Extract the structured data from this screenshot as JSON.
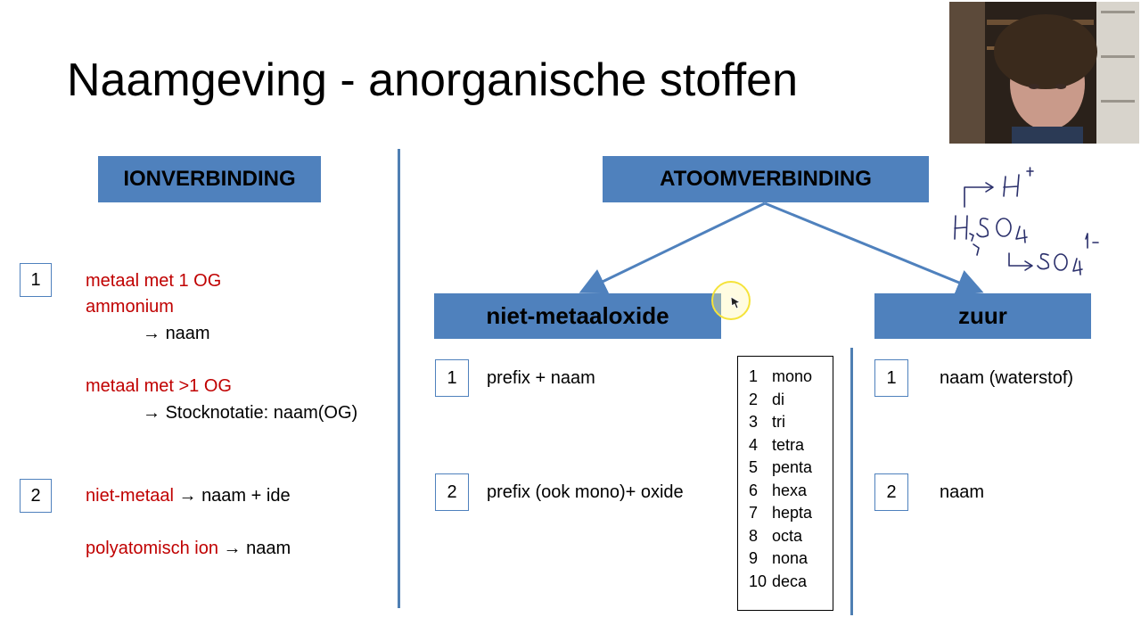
{
  "slide": {
    "title": "Naamgeving - anorganische stoffen"
  },
  "ion": {
    "header": "IONVERBINDING",
    "item1": {
      "number": "1",
      "line1": "metaal met 1 OG",
      "line2": "ammonium",
      "line3_arrow": "→",
      "line3_text": "naam",
      "line4": "metaal met >1 OG",
      "line5_arrow": "→",
      "line5_text": "Stocknotatie: naam(OG)"
    },
    "item2": {
      "number": "2",
      "line1_red": "niet-metaal",
      "line1_arrow": "→",
      "line1_text": "naam + ide",
      "line2_red": "polyatomisch ion",
      "line2_arrow": "→",
      "line2_text": "naam"
    }
  },
  "atoom": {
    "header": "ATOOMVERBINDING",
    "niet_metaaloxide": {
      "header": "niet-metaaloxide",
      "item1_number": "1",
      "item1_text": "prefix + naam",
      "item2_number": "2",
      "item2_text": "prefix (ook mono)+ oxide"
    },
    "prefixes": [
      {
        "n": "1",
        "name": "mono"
      },
      {
        "n": "2",
        "name": "di"
      },
      {
        "n": "3",
        "name": "tri"
      },
      {
        "n": "4",
        "name": "tetra"
      },
      {
        "n": "5",
        "name": "penta"
      },
      {
        "n": "6",
        "name": "hexa"
      },
      {
        "n": "7",
        "name": "hepta"
      },
      {
        "n": "8",
        "name": "octa"
      },
      {
        "n": "9",
        "name": "nona"
      },
      {
        "n": "10",
        "name": "deca"
      }
    ],
    "zuur": {
      "header": "zuur",
      "item1_number": "1",
      "item1_text": "naam (waterstof)",
      "item2_number": "2",
      "item2_text": "naam"
    }
  },
  "handwriting": {
    "formula": "H2SO4",
    "ion1": "H+",
    "ion2": "SO4 1-"
  },
  "colors": {
    "accent_blue": "#4f81bd",
    "red_text": "#c00000",
    "cursor_highlight": "#ffeb3b"
  }
}
